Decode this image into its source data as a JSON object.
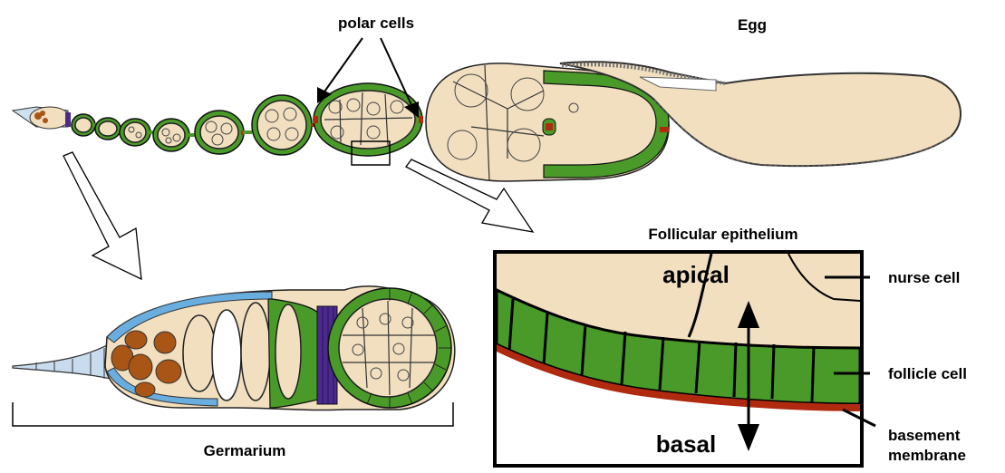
{
  "labels": {
    "polar_cells": "polar cells",
    "egg": "Egg",
    "follicular_epithelium": "Follicular epithelium",
    "apical": "apical",
    "basal": "basal",
    "nurse_cell": "nurse cell",
    "follicle_cell": "follicle cell",
    "basement": "basement",
    "membrane": "membrane",
    "germarium": "Germarium"
  },
  "colors": {
    "cytoplasm": "#f1dfc0",
    "follicle_cells": "#4a9a2a",
    "basement_membrane": "#b02a10",
    "stem_cells": "#a85516",
    "terminal_filament": "#c9dcef",
    "escort_cells": "#6aaee0",
    "stalk_region": "#4b2a8c"
  }
}
